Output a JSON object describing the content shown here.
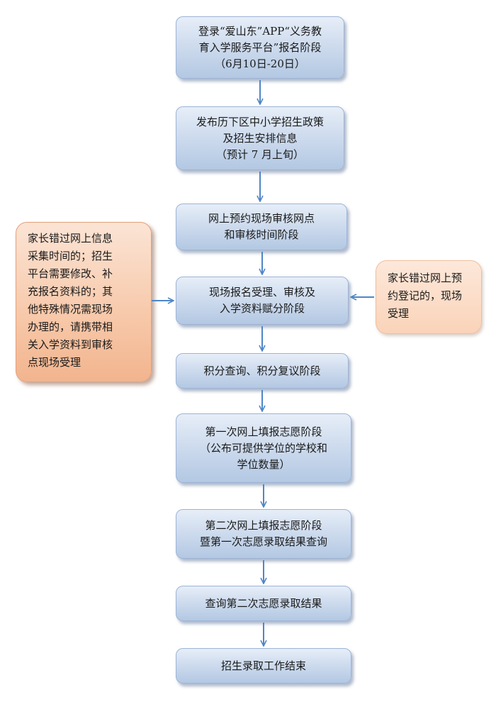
{
  "steps": [
    {
      "lines": [
        "登录“爱山东”APP“义务教",
        "育入学服务平台”报名阶段",
        "（6月10日-20日）"
      ]
    },
    {
      "lines": [
        "发布历下区中小学招生政策",
        "及招生安排信息",
        "（预计 7 月上旬）"
      ]
    },
    {
      "lines": [
        "网上预约现场审核网点",
        "和审核时间阶段"
      ]
    },
    {
      "lines": [
        "现场报名受理、审核及",
        "入学资料赋分阶段"
      ]
    },
    {
      "lines": [
        "积分查询、积分复议阶段"
      ]
    },
    {
      "lines": [
        "第一次网上填报志愿阶段",
        "（公布可提供学位的学校和",
        "学位数量）"
      ]
    },
    {
      "lines": [
        "第二次网上填报志愿阶段",
        "暨第一次志愿录取结果查询"
      ]
    },
    {
      "lines": [
        "查询第二次志愿录取结果"
      ]
    },
    {
      "lines": [
        "招生录取工作结束"
      ]
    }
  ],
  "side_notes": {
    "left": {
      "lines": [
        "家长错过网上信息",
        "采集时间的；招生",
        "平台需要修改、补",
        "充报名资料的；其",
        "他特殊情况需现场",
        "办理的，请携带相",
        "关入学资料到审核",
        "点现场受理"
      ]
    },
    "right": {
      "lines": [
        "家长错过网上预",
        "约登记的，现场",
        "受理"
      ]
    }
  },
  "colors": {
    "arrow": "#4f86c6",
    "box_border": "#9db4d6",
    "left_note_fill": "#f7c8a9",
    "right_note_fill": "#fad3b9"
  }
}
